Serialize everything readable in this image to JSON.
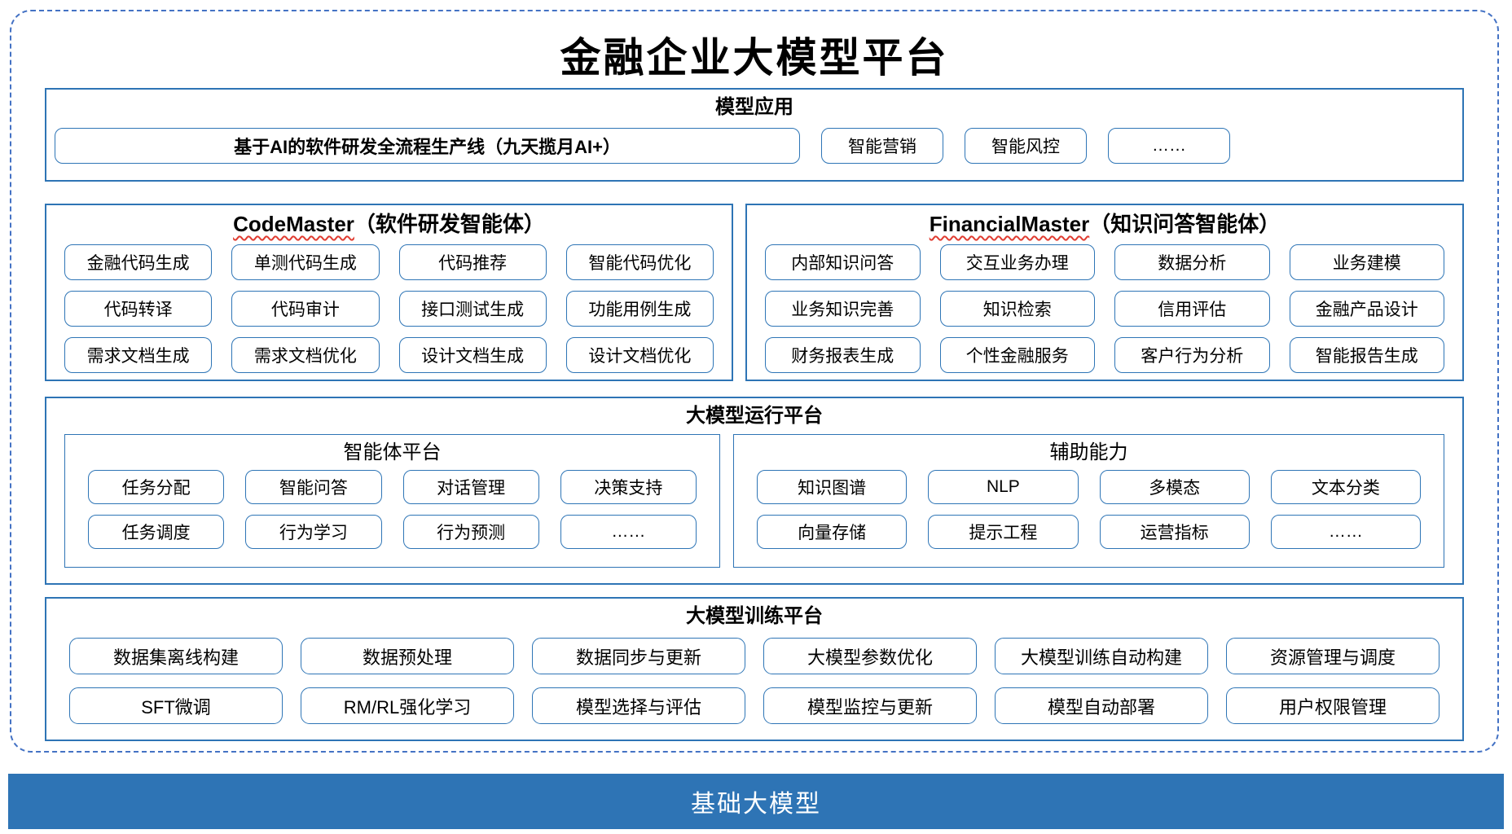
{
  "page_title": "金融企业大模型平台",
  "model_app": {
    "title": "模型应用",
    "main_box": "基于AI的软件研发全流程生产线（九天揽月AI+）",
    "boxes": [
      "智能营销",
      "智能风控",
      "……"
    ]
  },
  "codemaster": {
    "title_en": "CodeMaster",
    "title_suffix": "（软件研发智能体）",
    "items": [
      "金融代码生成",
      "单测代码生成",
      "代码推荐",
      "智能代码优化",
      "代码转译",
      "代码审计",
      "接口测试生成",
      "功能用例生成",
      "需求文档生成",
      "需求文档优化",
      "设计文档生成",
      "设计文档优化"
    ]
  },
  "financialmaster": {
    "title_en": "FinancialMaster",
    "title_suffix": "（知识问答智能体）",
    "items": [
      "内部知识问答",
      "交互业务办理",
      "数据分析",
      "业务建模",
      "业务知识完善",
      "知识检索",
      "信用评估",
      "金融产品设计",
      "财务报表生成",
      "个性金融服务",
      "客户行为分析",
      "智能报告生成"
    ]
  },
  "runtime": {
    "title": "大模型运行平台",
    "agent_platform": {
      "title": "智能体平台",
      "items": [
        "任务分配",
        "智能问答",
        "对话管理",
        "决策支持",
        "任务调度",
        "行为学习",
        "行为预测",
        "……"
      ]
    },
    "aux_ability": {
      "title": "辅助能力",
      "items": [
        "知识图谱",
        "NLP",
        "多模态",
        "文本分类",
        "向量存储",
        "提示工程",
        "运营指标",
        "……"
      ]
    }
  },
  "training": {
    "title": "大模型训练平台",
    "items": [
      "数据集离线构建",
      "数据预处理",
      "数据同步与更新",
      "大模型参数优化",
      "大模型训练自动构建",
      "资源管理与调度",
      "SFT微调",
      "RM/RL强化学习",
      "模型选择与评估",
      "模型监控与更新",
      "模型自动部署",
      "用户权限管理"
    ]
  },
  "base_model": {
    "label": "基础大模型"
  },
  "colors": {
    "section_border": "#2E74B5",
    "box_border": "#2E75B6",
    "dashed_border": "#4472C4",
    "base_bar_bg": "#2E74B5",
    "base_bar_text": "#FFFFFF",
    "spellcheck_squiggle": "#E03C31"
  }
}
